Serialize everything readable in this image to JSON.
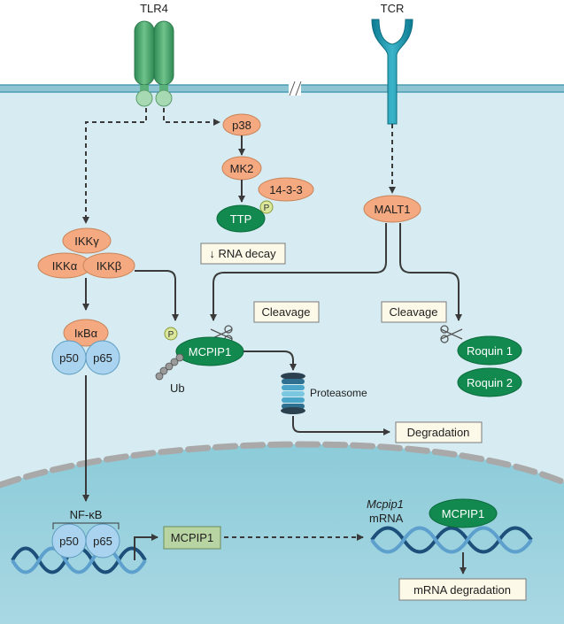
{
  "receptors": {
    "tlr4": "TLR4",
    "tcr": "TCR"
  },
  "nodes": {
    "p38": "p38",
    "mk2": "MK2",
    "prot1433": "14-3-3",
    "p": "P",
    "ttp": "TTP",
    "malt1": "MALT1",
    "ikkg": "IKKγ",
    "ikka": "IKKα",
    "ikkb": "IKKβ",
    "ikba": "IκBα",
    "p50": "p50",
    "p65": "p65",
    "mcpip1": "MCPIP1",
    "ub": "Ub",
    "roquin1": "Roquin 1",
    "roquin2": "Roquin 2",
    "proteasome": "Proteasome",
    "nfkb": "NF-κB",
    "mcpip1_gene": "MCPIP1",
    "mcpip1_mrna_italic": "Mcpip1",
    "mrna": "mRNA"
  },
  "boxes": {
    "rna_decay": "↓ RNA decay",
    "cleavage_left": "Cleavage",
    "cleavage_right": "Cleavage",
    "degradation": "Degradation",
    "mrna_degradation": "mRNA degradation"
  },
  "colors": {
    "cytoplasm": "#d4ebf1",
    "nucleus": "#9fd0dc",
    "membrane": "#6fb3c6",
    "orange_node": "#f4a980",
    "green_node": "#128a4f",
    "blue_node": "#a9d3ee",
    "tlr4_green": "#4ea46d",
    "tcr_teal": "#1590a6",
    "box_fill": "#fdf9e8",
    "gene_box": "#b8d4a3"
  }
}
